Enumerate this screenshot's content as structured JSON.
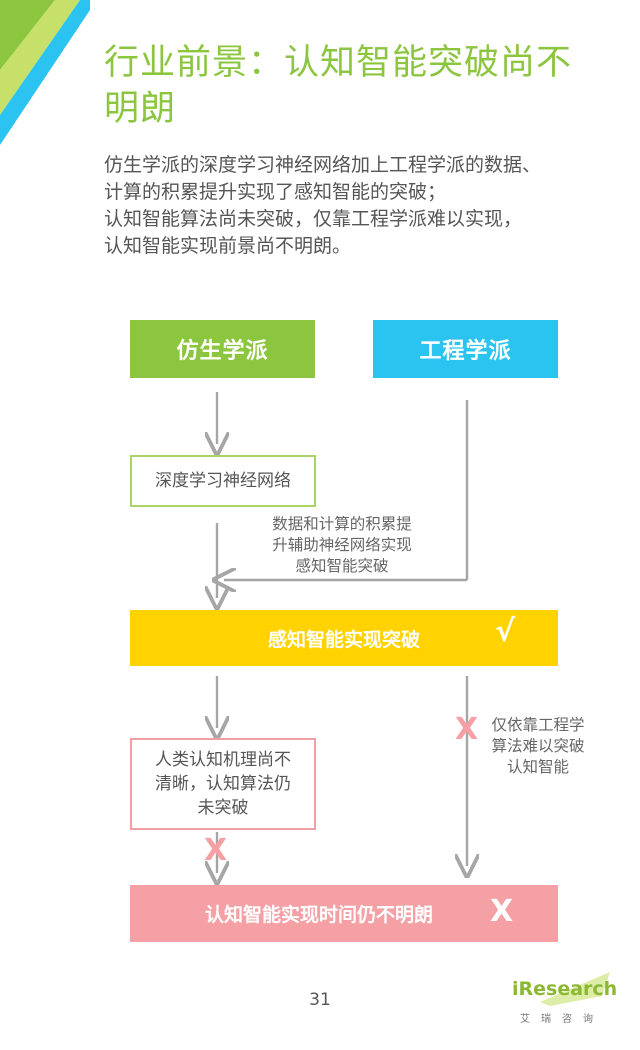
{
  "title_lines": [
    "行业前景：认知智能突破尚不",
    "明朗"
  ],
  "intro_lines": [
    "仿生学派的深度学习神经网络加上工程学派的数据、",
    "计算的积累提升实现了感知智能的突破；",
    "认知智能算法尚未突破，仅靠工程学派难以实现，",
    "认知智能实现前景尚不明朗。"
  ],
  "flow": {
    "bionic": "仿生学派",
    "engineering": "工程学派",
    "deep_learning": "深度学习神经网络",
    "data_note": [
      "数据和计算的积累提",
      "升辅助神经网络实现",
      "感知智能突破"
    ],
    "perception": "感知智能实现突破",
    "check_mark": "√",
    "cognition_issue": [
      "人类认知机理尚不",
      "清晰，认知算法仍",
      "未突破"
    ],
    "engineering_only": [
      "仅依靠工程学",
      "算法难以突破",
      "认知智能"
    ],
    "cross_mark": "X",
    "cognition_result": "认知智能实现时间仍不明朗",
    "result_mark": "X"
  },
  "footer": {
    "page_number": "31",
    "brand": "iResearch",
    "brand_cn": "艾瑞咨询"
  },
  "colors": {
    "green": "#8cc63f",
    "blue": "#2bc4f0",
    "yellow": "#ffd200",
    "pink": "#f5a0a5",
    "arrow": "#a6a6a6"
  }
}
